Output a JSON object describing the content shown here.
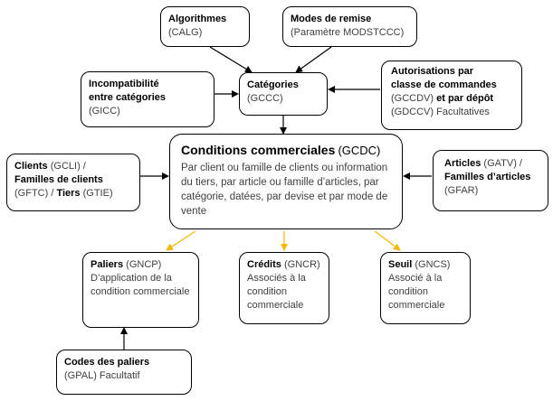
{
  "colors": {
    "border": "#000000",
    "arrow_black": "#000000",
    "arrow_orange": "#F5B800",
    "muted_text": "#404040"
  },
  "nodes": {
    "algorithmes": {
      "title": "Algorithmes",
      "code": "(CALG)"
    },
    "modes_remise": {
      "title": "Modes de remise",
      "code": "(Paramètre MODSTCCC)"
    },
    "incompatibilite": {
      "title_line1": "Incompatibilité",
      "title_line2": "entre catégories",
      "code": "(GICC)"
    },
    "categories": {
      "title": "Catégories",
      "code": "(GCCC)"
    },
    "autorisations": {
      "title_line1": "Autorisations par",
      "title_line2": "classe de commandes",
      "code1": "(GCCDV)",
      "connector": "et par dépôt",
      "code2": "(GDCCV)",
      "note": "Facultatives"
    },
    "clients": {
      "title1": "Clients",
      "code1": "(GCLI) /",
      "title2": "Familles de clients",
      "code2": "(GFTC) /",
      "title3": "Tiers",
      "code3": "(GTIE)"
    },
    "conditions": {
      "title": "Conditions commerciales",
      "code": "(GCDC)",
      "description": "Par client ou famille de clients ou information du tiers, par article ou famille d’articles, par catégorie, datées, par devise et par mode de vente"
    },
    "articles": {
      "title1": "Articles",
      "code1": "(GATV) /",
      "title2": "Familles d’articles",
      "code2": "(GFAR)"
    },
    "paliers": {
      "title": "Paliers",
      "code": "(GNCP)",
      "description": "D’application de la condition commerciale"
    },
    "credits": {
      "title": "Crédits",
      "code": "(GNCR)",
      "description": "Associés à la condition commerciale"
    },
    "seuil": {
      "title": "Seuil",
      "code": "(GNCS)",
      "description": "Associé à la condition commerciale"
    },
    "codes_paliers": {
      "title": "Codes des paliers",
      "code": "(GPAL)",
      "note": "Facultatif"
    }
  }
}
